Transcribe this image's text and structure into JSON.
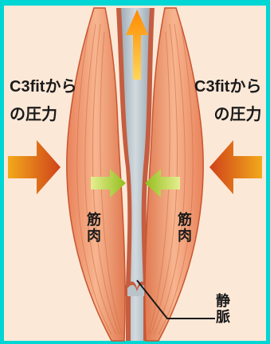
{
  "labels": {
    "pressure_left": {
      "line1": "C3fitから",
      "line2": "の圧力"
    },
    "pressure_right": {
      "line1": "C3fitから",
      "line2": "の圧力"
    },
    "muscle_left": "筋肉",
    "muscle_right": "筋肉",
    "vein": "静脈"
  },
  "colors": {
    "frame": "#00d6d4",
    "background": "#fce8d7",
    "muscle": "#e9835c",
    "vein": "#b9c3c9",
    "vein_wall": "#b2371d",
    "outer_arrow": "#d0421a",
    "inner_arrow": "#a5c82b",
    "blood_flow_arrow": "#ff9c0c",
    "text": "#1a1a1a"
  }
}
